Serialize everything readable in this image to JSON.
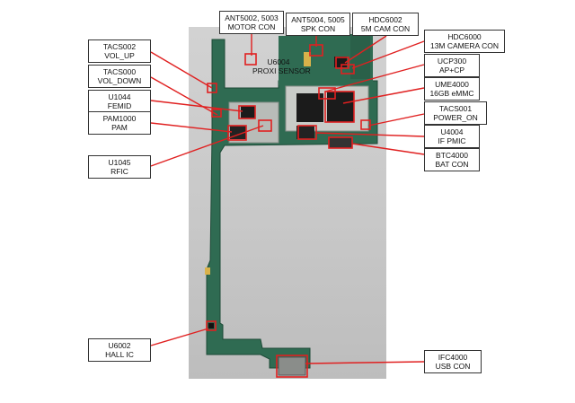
{
  "components": [
    {
      "id": "tacs002",
      "lines": [
        "TACS002",
        "VOL_UP"
      ]
    },
    {
      "id": "tacs000",
      "lines": [
        "TACS000",
        "VOL_DOWN"
      ]
    },
    {
      "id": "u1044",
      "lines": [
        "U1044",
        "FEMID"
      ]
    },
    {
      "id": "pam1000",
      "lines": [
        "PAM1000",
        "PAM"
      ]
    },
    {
      "id": "u1045",
      "lines": [
        "U1045",
        "RFIC"
      ]
    },
    {
      "id": "ant5002",
      "lines": [
        "ANT5002, 5003",
        "MOTOR CON"
      ]
    },
    {
      "id": "ant5004",
      "lines": [
        "ANT5004, 5005",
        "SPK CON"
      ]
    },
    {
      "id": "hdc6002",
      "lines": [
        "HDC6002",
        "5M CAM CON"
      ]
    },
    {
      "id": "u6004",
      "lines": [
        "U6004",
        "PROXI SENSOR"
      ]
    },
    {
      "id": "hdc6000",
      "lines": [
        "HDC6000",
        "13M CAMERA CON"
      ]
    },
    {
      "id": "ucp300",
      "lines": [
        "UCP300",
        "AP+CP"
      ]
    },
    {
      "id": "ume4000",
      "lines": [
        "UME4000",
        "16GB eMMC"
      ]
    },
    {
      "id": "tacs001",
      "lines": [
        "TACS001",
        "POWER_ON"
      ]
    },
    {
      "id": "u4004",
      "lines": [
        "U4004",
        "IF PMIC"
      ]
    },
    {
      "id": "btc4000",
      "lines": [
        "BTC4000",
        "BAT CON"
      ]
    },
    {
      "id": "u6002",
      "lines": [
        "U6002",
        "HALL IC"
      ]
    },
    {
      "id": "ifc4000",
      "lines": [
        "IFC4000",
        "USB CON"
      ]
    }
  ],
  "colors": {
    "leader": "#e02020",
    "board": "#2f6b52",
    "shield": "#c9ccc8",
    "chip": "#1b1b1b",
    "background": "#c8c8c8"
  }
}
